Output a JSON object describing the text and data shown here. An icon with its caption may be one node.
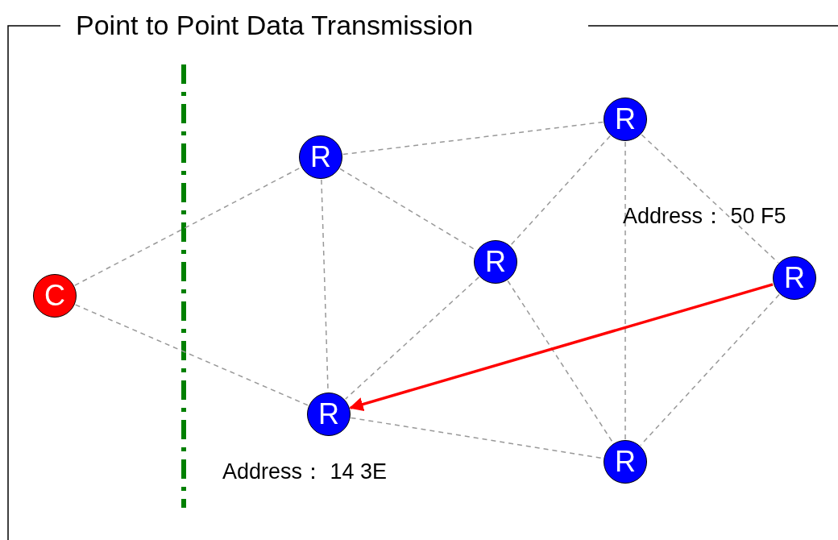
{
  "diagram": {
    "title": "Point to Point Data Transmission",
    "nodes": [
      {
        "text": [
          "C"
        ]
      },
      {
        "text": [
          "R"
        ]
      },
      {
        "text": [
          "R"
        ]
      },
      {
        "text": [
          "R"
        ]
      },
      {
        "text": [
          "R"
        ],
        "beside": [
          "Address： 50 F5"
        ]
      },
      {
        "text": [
          "R"
        ],
        "beside": [
          "Address： 14 3E"
        ]
      },
      {
        "text": [
          "R"
        ]
      }
    ],
    "edges": [
      {
        "from": 0,
        "to": 1,
        "arrow": "none",
        "style": "dashed"
      },
      {
        "from": 0,
        "to": 5,
        "arrow": "none",
        "style": "dashed"
      },
      {
        "from": 1,
        "to": 2,
        "arrow": "none",
        "style": "dashed"
      },
      {
        "from": 1,
        "to": 3,
        "arrow": "none",
        "style": "dashed"
      },
      {
        "from": 1,
        "to": 5,
        "arrow": "none",
        "style": "dashed"
      },
      {
        "from": 2,
        "to": 3,
        "arrow": "none",
        "style": "dashed"
      },
      {
        "from": 2,
        "to": 6,
        "arrow": "none",
        "style": "dashed"
      },
      {
        "from": 2,
        "to": 4,
        "arrow": "none",
        "style": "dashed"
      },
      {
        "from": 3,
        "to": 5,
        "arrow": "none",
        "style": "dashed"
      },
      {
        "from": 3,
        "to": 6,
        "arrow": "none",
        "style": "dashed"
      },
      {
        "from": 5,
        "to": 6,
        "arrow": "none",
        "style": "dashed"
      },
      {
        "from": 4,
        "to": 6,
        "arrow": "none",
        "style": "dashed"
      },
      {
        "from": 4,
        "to": 5,
        "arrow": "to",
        "style": "thick",
        "color": "#ff0000"
      }
    ]
  }
}
